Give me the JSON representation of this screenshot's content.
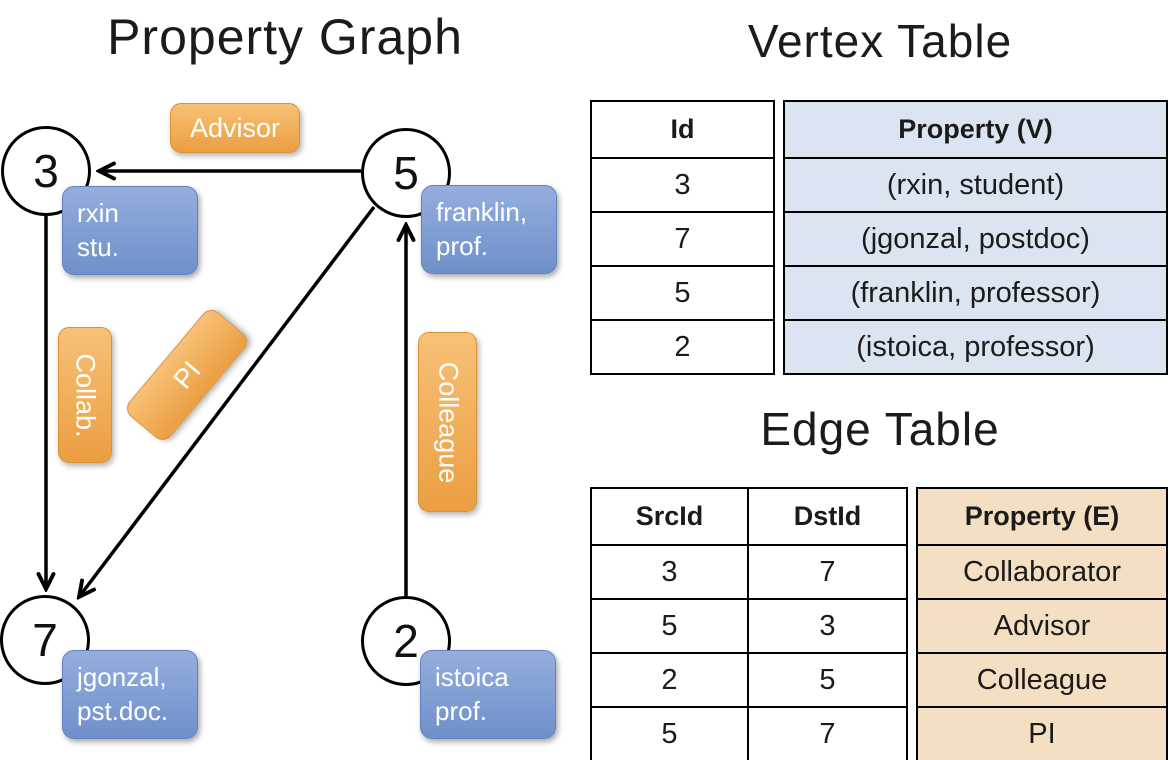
{
  "graph": {
    "title": "Property Graph",
    "nodes": [
      {
        "id": "3",
        "label_line1": "rxin",
        "label_line2": "stu."
      },
      {
        "id": "5",
        "label_line1": "franklin,",
        "label_line2": "prof."
      },
      {
        "id": "7",
        "label_line1": "jgonzal,",
        "label_line2": "pst.doc."
      },
      {
        "id": "2",
        "label_line1": "istoica",
        "label_line2": "prof."
      }
    ],
    "edge_labels": {
      "advisor": "Advisor",
      "collab": "Collab.",
      "pi": "PI",
      "colleague": "Colleague"
    },
    "edges": [
      {
        "from": "5",
        "to": "3",
        "label": "Advisor"
      },
      {
        "from": "3",
        "to": "7",
        "label": "Collab."
      },
      {
        "from": "5",
        "to": "7",
        "label": "PI"
      },
      {
        "from": "2",
        "to": "5",
        "label": "Colleague"
      }
    ]
  },
  "vertex_table": {
    "title": "Vertex Table",
    "columns": [
      "Id",
      "Property (V)"
    ],
    "rows": [
      [
        "3",
        "(rxin, student)"
      ],
      [
        "7",
        "(jgonzal, postdoc)"
      ],
      [
        "5",
        "(franklin, professor)"
      ],
      [
        "2",
        "(istoica, professor)"
      ]
    ]
  },
  "edge_table": {
    "title": "Edge Table",
    "columns": [
      "SrcId",
      "DstId",
      "Property (E)"
    ],
    "rows": [
      [
        "3",
        "7",
        "Collaborator"
      ],
      [
        "5",
        "3",
        "Advisor"
      ],
      [
        "2",
        "5",
        "Colleague"
      ],
      [
        "5",
        "7",
        "PI"
      ]
    ]
  },
  "colors": {
    "edge_label_orange_top": "#f7c177",
    "edge_label_orange_bottom": "#ec9e41",
    "vertex_label_blue_top": "#94aedd",
    "vertex_label_blue_bottom": "#7090cb",
    "vertex_property_fill": "#dbe5f1",
    "edge_property_fill": "#f4dfc2",
    "line_color": "#000000",
    "text_on_labels": "#ffffff"
  }
}
